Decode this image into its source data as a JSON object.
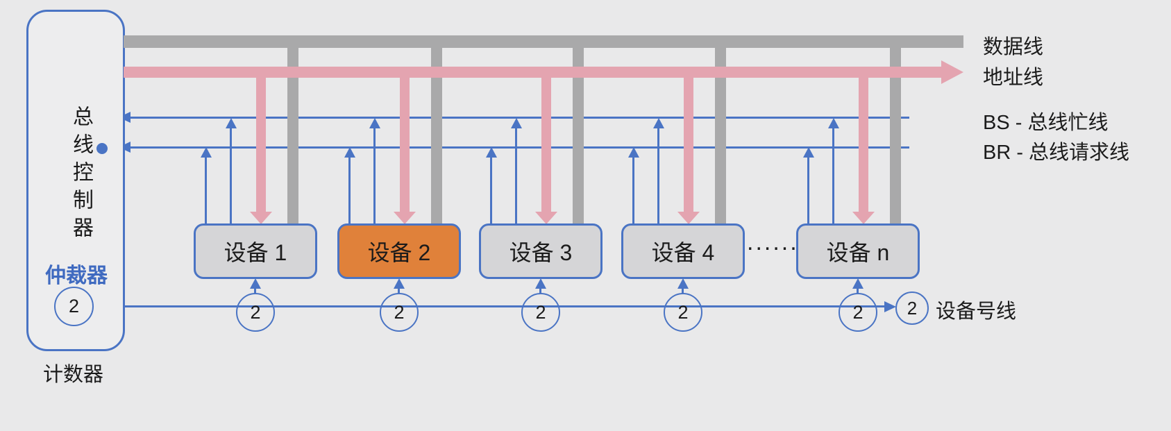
{
  "colors": {
    "background": "#e9e9ea",
    "line_blue": "#4a74c4",
    "bus_gray": "#a9a9aa",
    "bus_pink": "#e4a4b0",
    "device_fill": "#d5d5d7",
    "device_highlight": "#e0813a",
    "text_dark": "#1b1b1b",
    "arbiter_blue": "#3f6ac0"
  },
  "controller": {
    "title": "总线控制器",
    "arbiter_label": "仲裁器",
    "counter_value": "2",
    "counter_label": "计数器"
  },
  "legend": {
    "data_bus": "数据线",
    "address_bus": "地址线",
    "bs_line": "BS - 总线忙线",
    "br_line": "BR - 总线请求线",
    "device_number_line": "设备号线"
  },
  "devices": [
    {
      "label": "设备 1",
      "counter": "2",
      "highlighted": false
    },
    {
      "label": "设备 2",
      "counter": "2",
      "highlighted": true
    },
    {
      "label": "设备 3",
      "counter": "2",
      "highlighted": false
    },
    {
      "label": "设备 4",
      "counter": "2",
      "highlighted": false
    },
    {
      "label": "设备 n",
      "counter": "2",
      "highlighted": false
    }
  ],
  "ellipsis": ".......",
  "device_number_terminal": "2"
}
